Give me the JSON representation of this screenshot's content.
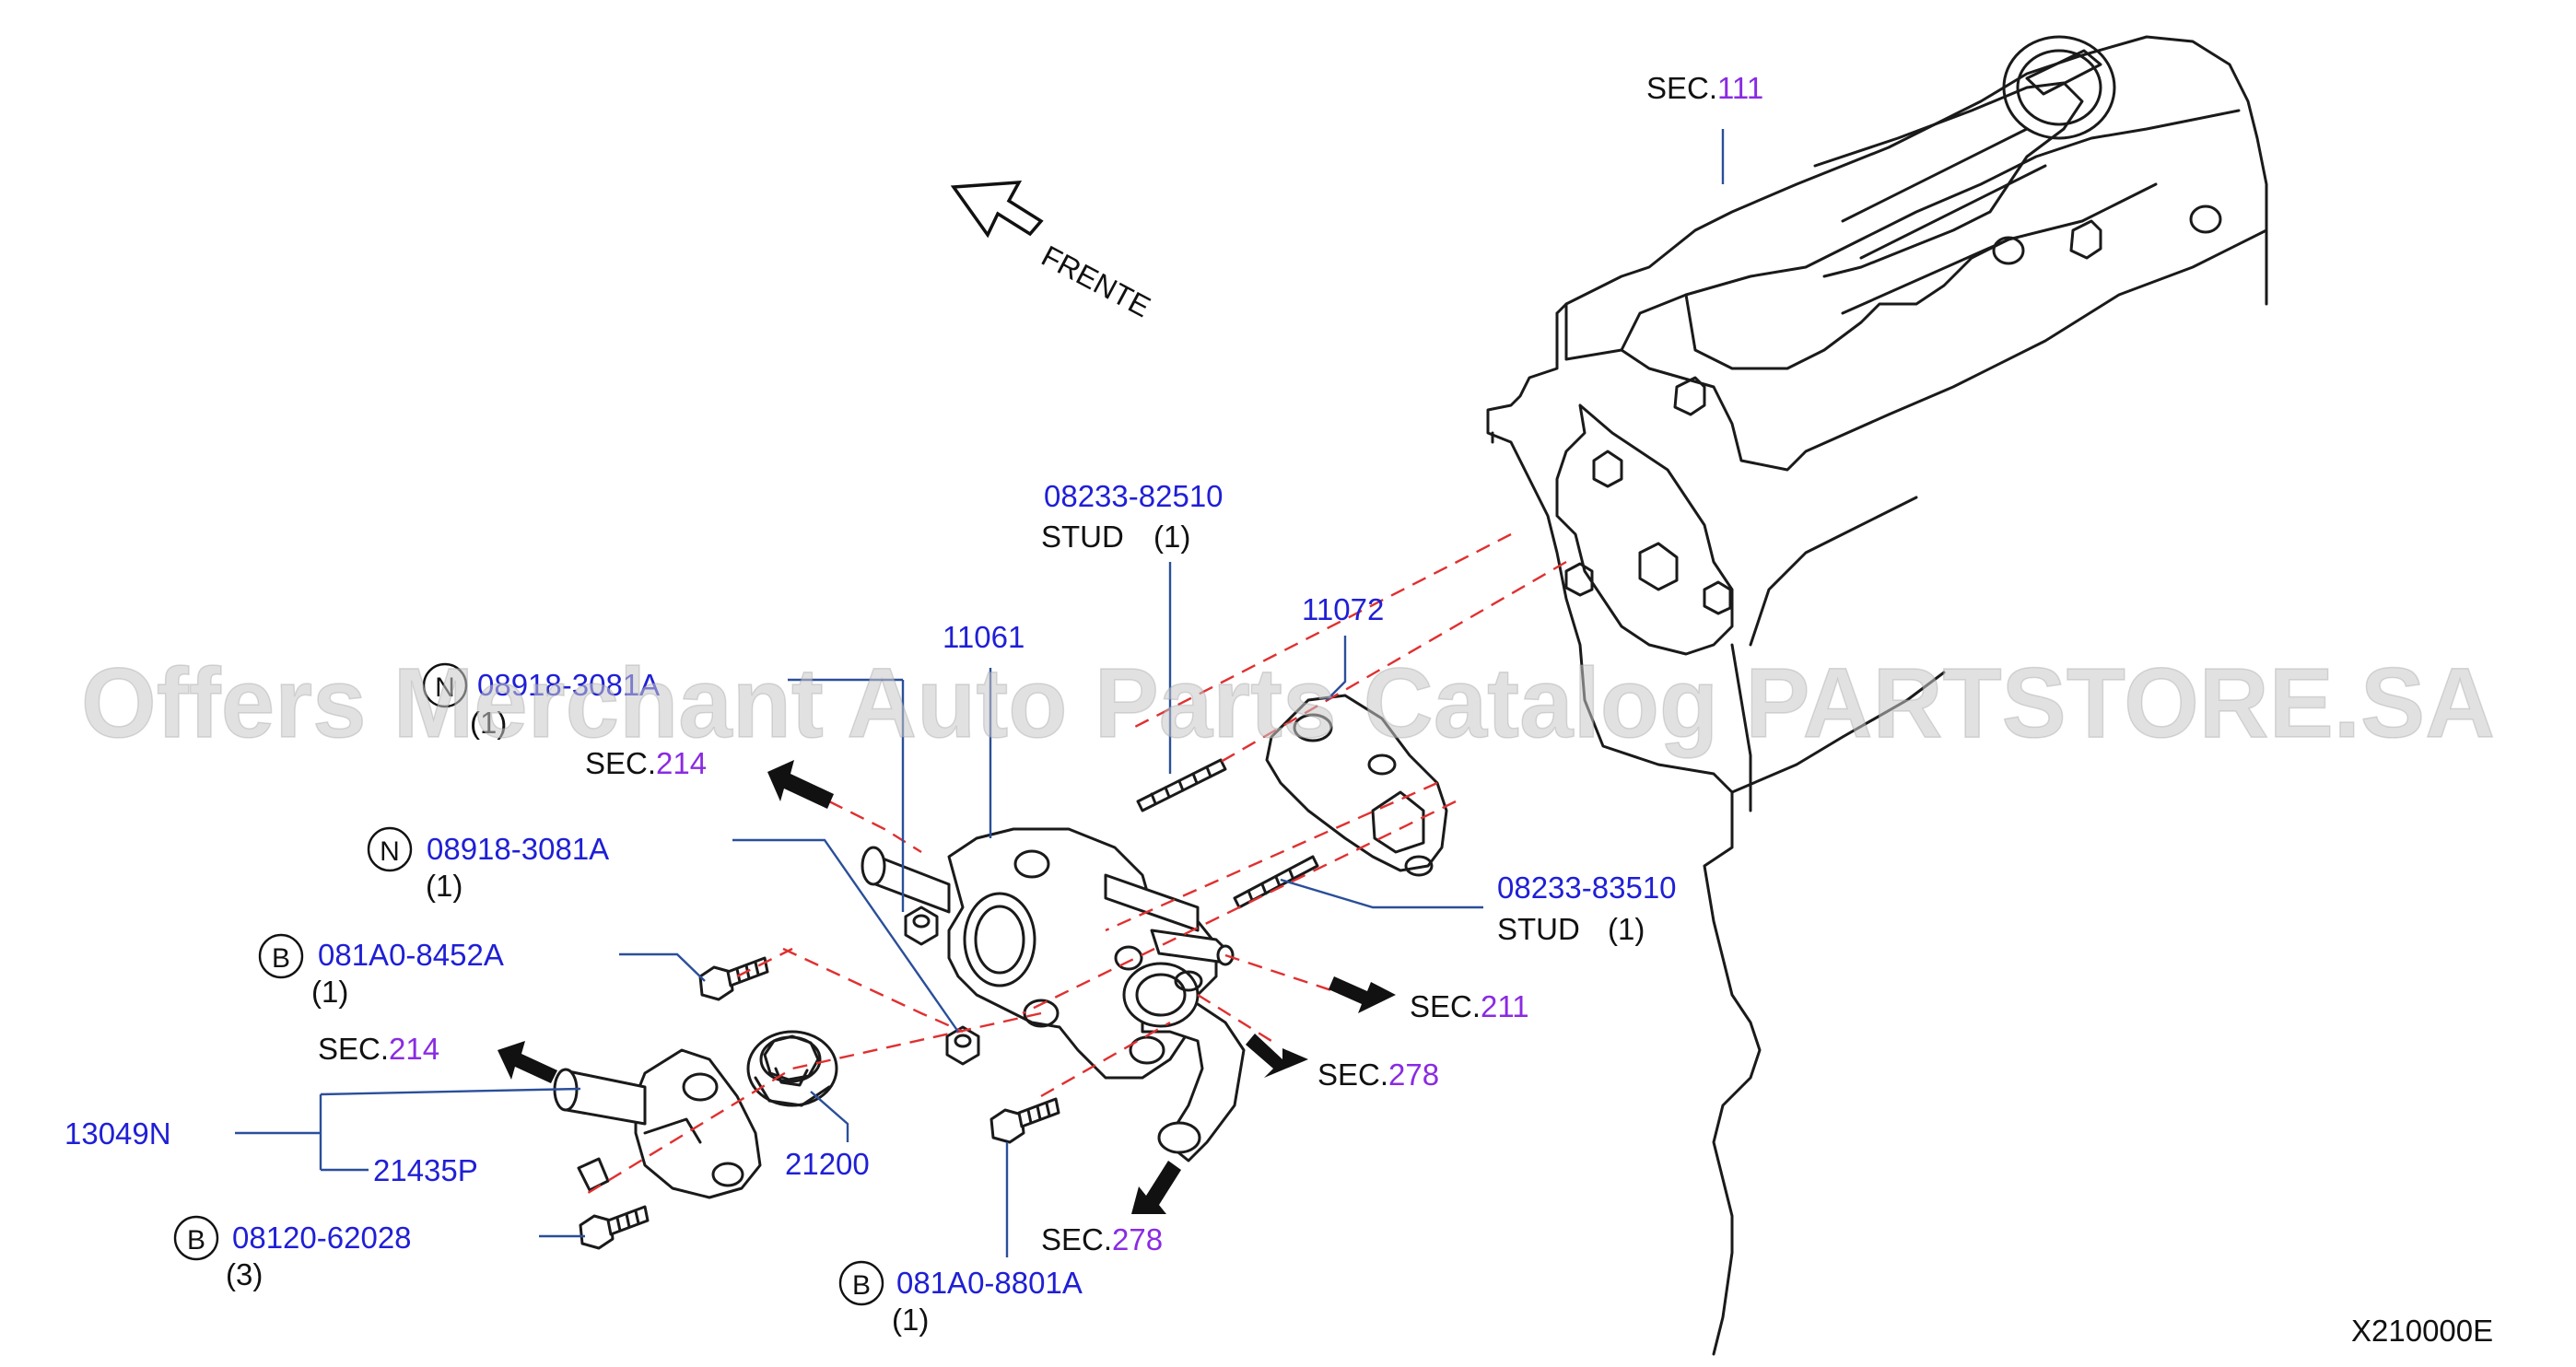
{
  "diagram_code": "X210000E",
  "watermark": "Offers Merchant Auto Parts Catalog PARTSTORE.SA",
  "front_label": "FRENTE",
  "sections": [
    {
      "prefix": "SEC.",
      "number": "111"
    },
    {
      "prefix": "SEC.",
      "number": "214"
    },
    {
      "prefix": "SEC.",
      "number": "214"
    },
    {
      "prefix": "SEC.",
      "number": "211"
    },
    {
      "prefix": "SEC.",
      "number": "278"
    },
    {
      "prefix": "SEC.",
      "number": "278"
    }
  ],
  "parts": [
    {
      "number": "08233-82510",
      "name": "STUD",
      "qty": "(1)"
    },
    {
      "number": "11061"
    },
    {
      "number": "11072"
    },
    {
      "number": "08233-83510",
      "name": "STUD",
      "qty": "(1)"
    },
    {
      "badge": "N",
      "number": "08918-3081A",
      "qty": "(1)"
    },
    {
      "badge": "N",
      "number": "08918-3081A",
      "qty": "(1)"
    },
    {
      "badge": "B",
      "number": "081A0-8452A",
      "qty": "(1)"
    },
    {
      "number": "13049N"
    },
    {
      "number": "21435P"
    },
    {
      "number": "21200"
    },
    {
      "badge": "B",
      "number": "08120-62028",
      "qty": "(3)"
    },
    {
      "badge": "B",
      "number": "081A0-8801A",
      "qty": "(1)"
    }
  ],
  "colors": {
    "part_number": "#1f1fd6",
    "section_number": "#8a2be2",
    "leader_line": "#2a4f9a",
    "dashed_line": "#e03030",
    "outline": "#1a1a1a"
  }
}
